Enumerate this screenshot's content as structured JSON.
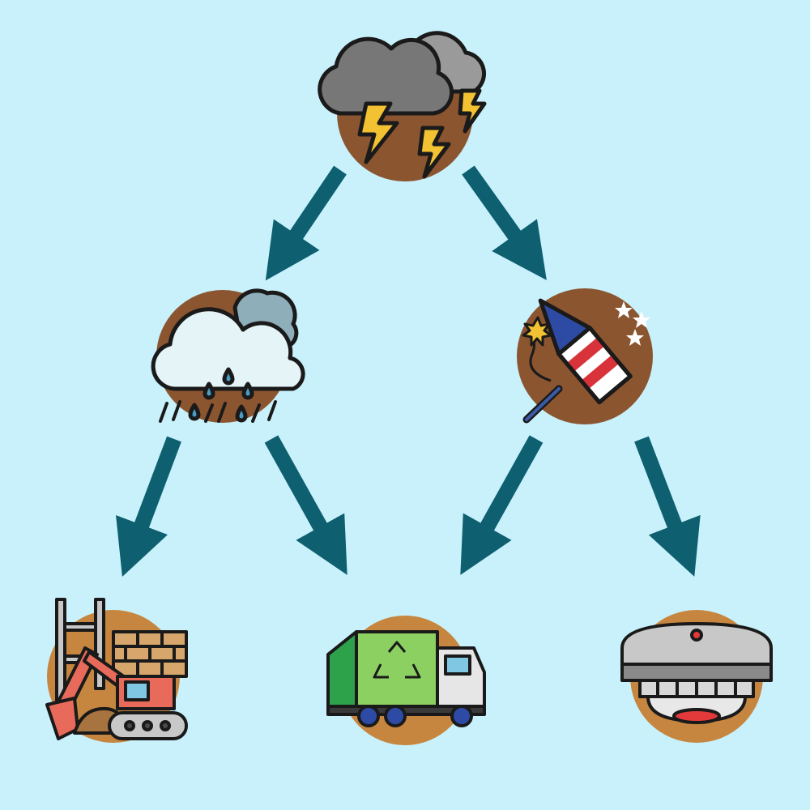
{
  "diagram": {
    "background": "#c8f1fb",
    "arrow_color": "#0e5f70",
    "circle_colors": [
      "#8b5530",
      "#c6863f"
    ],
    "nodes": [
      {
        "id": "thunderstorm",
        "icon": "thunderstorm-icon"
      },
      {
        "id": "rain",
        "icon": "rain-cloud-icon"
      },
      {
        "id": "firework",
        "icon": "firework-rocket-icon"
      },
      {
        "id": "construction",
        "icon": "excavator-construction-icon"
      },
      {
        "id": "garbage-truck",
        "icon": "recycling-truck-icon"
      },
      {
        "id": "smoke-detector",
        "icon": "smoke-detector-icon"
      }
    ],
    "edges": [
      {
        "from": "thunderstorm",
        "to": "rain"
      },
      {
        "from": "thunderstorm",
        "to": "firework"
      },
      {
        "from": "rain",
        "to": "construction"
      },
      {
        "from": "rain",
        "to": "garbage-truck"
      },
      {
        "from": "firework",
        "to": "garbage-truck"
      },
      {
        "from": "firework",
        "to": "smoke-detector"
      }
    ]
  }
}
